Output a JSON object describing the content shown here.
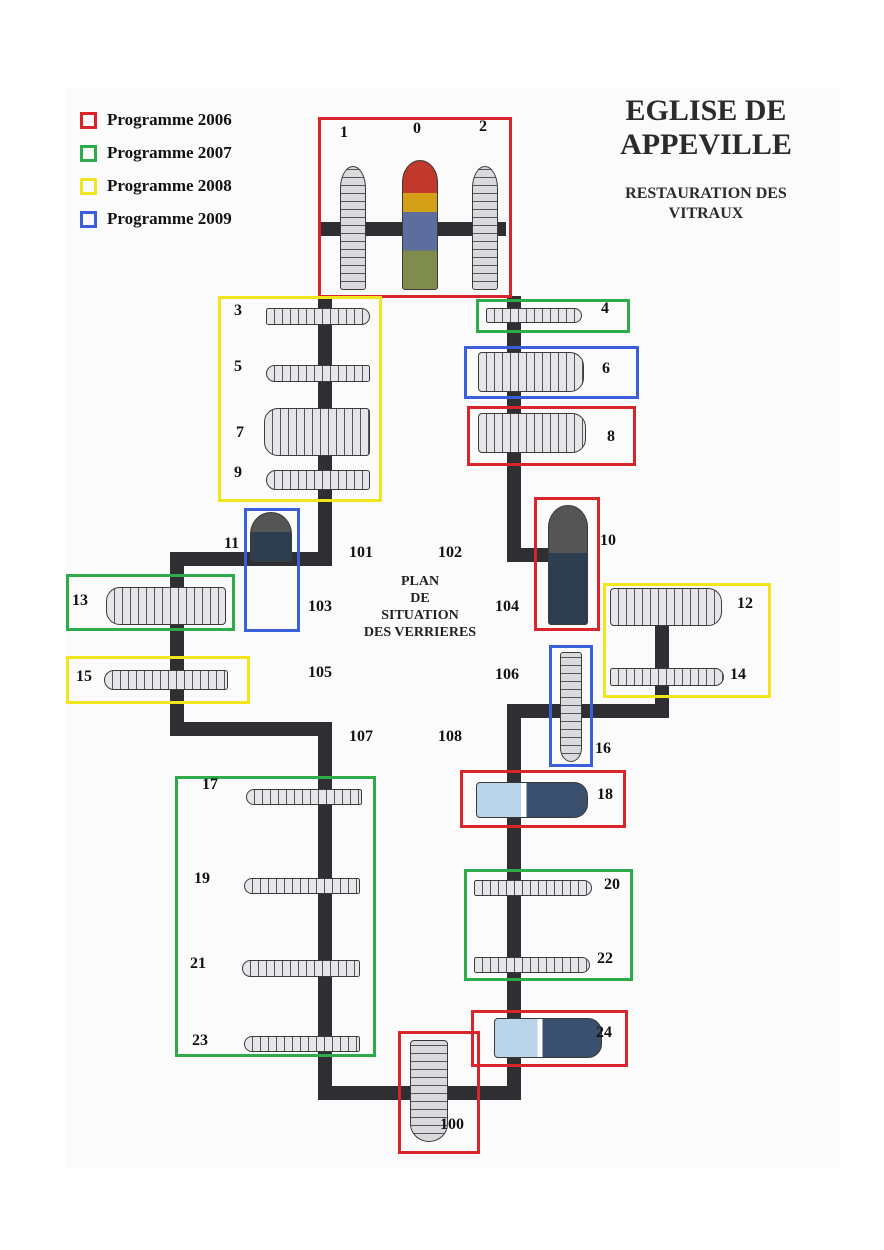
{
  "title": {
    "line1": "EGLISE DE",
    "line2": "APPEVILLE",
    "subtitle_line1": "RESTAURATION DES",
    "subtitle_line2": "VITRAUX"
  },
  "legend": [
    {
      "label": "Programme 2006",
      "color": "#d9242b"
    },
    {
      "label": "Programme 2007",
      "color": "#2eab4a"
    },
    {
      "label": "Programme 2008",
      "color": "#f1e51c"
    },
    {
      "label": "Programme 2009",
      "color": "#3a5fd9"
    }
  ],
  "center_label": {
    "line1": "PLAN",
    "line2": "DE",
    "line3": "SITUATION",
    "line4": "DES VERRIERES"
  },
  "rooms": [
    "101",
    "102",
    "103",
    "104",
    "105",
    "106",
    "107",
    "108"
  ],
  "windows": [
    "0",
    "1",
    "2",
    "3",
    "4",
    "5",
    "6",
    "7",
    "8",
    "9",
    "10",
    "11",
    "12",
    "13",
    "14",
    "15",
    "16",
    "17",
    "18",
    "19",
    "20",
    "21",
    "22",
    "23",
    "24",
    "100"
  ]
}
